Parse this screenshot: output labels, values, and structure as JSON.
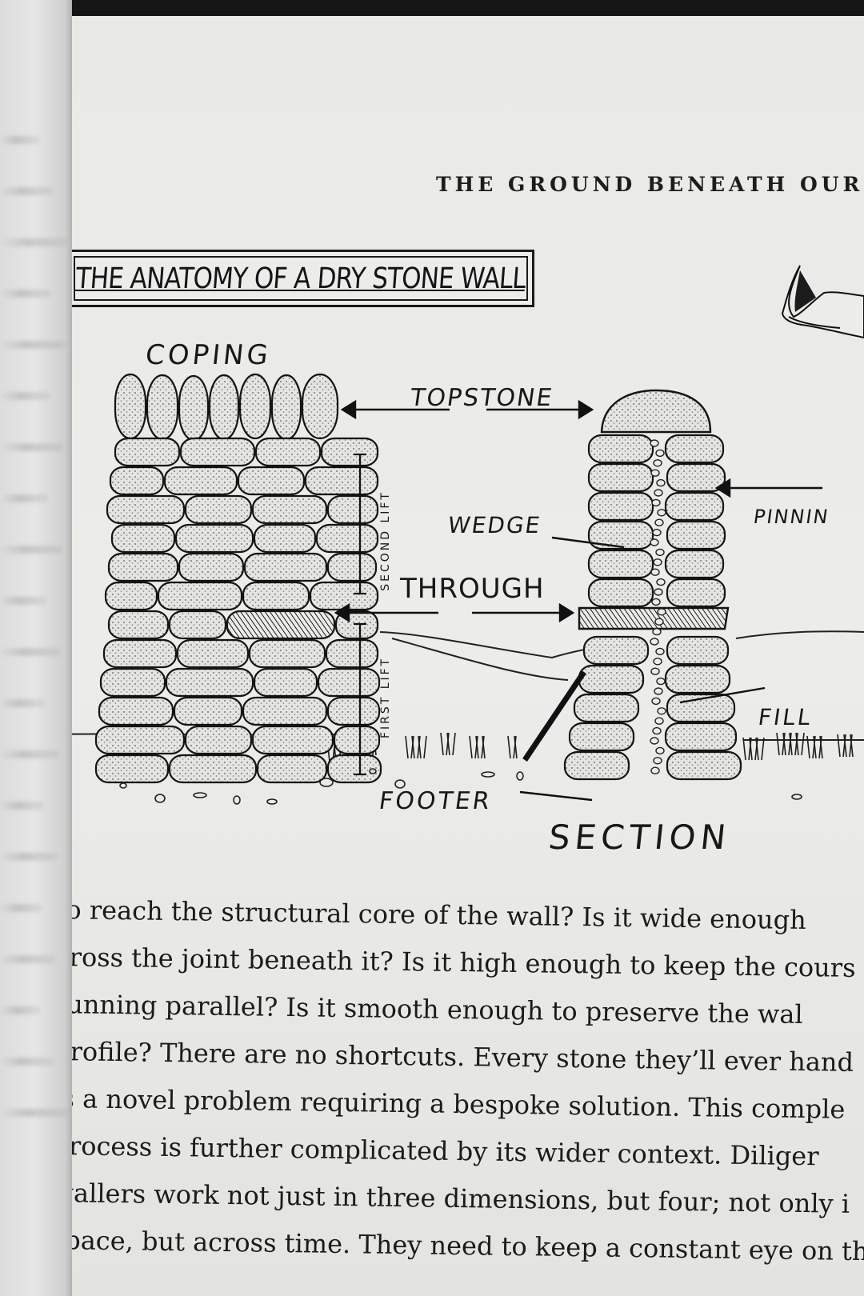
{
  "left_page": {
    "note_lines": 20
  },
  "page": {
    "running_head": "THE GROUND BENEATH OUR F",
    "figure": {
      "title": "THE ANATOMY OF A DRY STONE WALL",
      "labels": {
        "coping": "COPING",
        "topstone": "TOPSTONE",
        "wedge": "WEDGE",
        "through": "THROUGH",
        "pinning": "PINNIN",
        "fill": "FILL",
        "footer": "FOOTER",
        "section": "SECTION",
        "second_lift": "SECOND LIFT",
        "first_lift": "FIRST LIFT"
      }
    },
    "body_lines": [
      "to reach the structural core of the wall? Is it wide enough",
      "cross the joint beneath it? Is it high enough to keep the cours",
      "running parallel? Is it smooth enough to preserve the wal",
      "profile? There are no shortcuts. Every stone they’ll ever hand",
      "is a novel problem requiring a bespoke solution. This comple",
      "process is further complicated by its wider context. Diliger",
      "wallers work not just in three dimensions, but four; not only i",
      "space, but across time. They need to keep a constant eye on th"
    ]
  },
  "colors": {
    "paper": "#ececea",
    "ink": "#1a1a1a",
    "background": "#1c1c1c"
  }
}
